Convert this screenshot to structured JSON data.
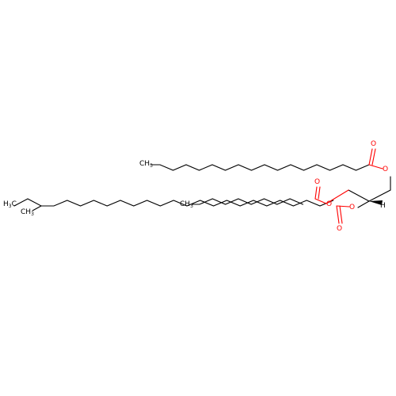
{
  "molecule": {
    "atom_labels": {
      "ch3_top": "CH",
      "ch3_top_sub": "3",
      "ch3_mid": "CH",
      "ch3_mid_sub": "3",
      "ch3_ethyl": "H",
      "ch3_ethyl_sub": "3",
      "ch3_ethyl_c": "C",
      "methyl_branch_c": "CH",
      "methyl_branch_sub": "3",
      "o_top_carbonyl": "O",
      "o_top_ester": "O",
      "o_mid_carbonyl": "O",
      "o_mid_ester": "O",
      "o_bot_ester": "O",
      "o_bot_carbonyl": "O",
      "h_stereo": "H"
    },
    "colors": {
      "bond": "#000000",
      "oxygen": "#ff0000"
    }
  }
}
